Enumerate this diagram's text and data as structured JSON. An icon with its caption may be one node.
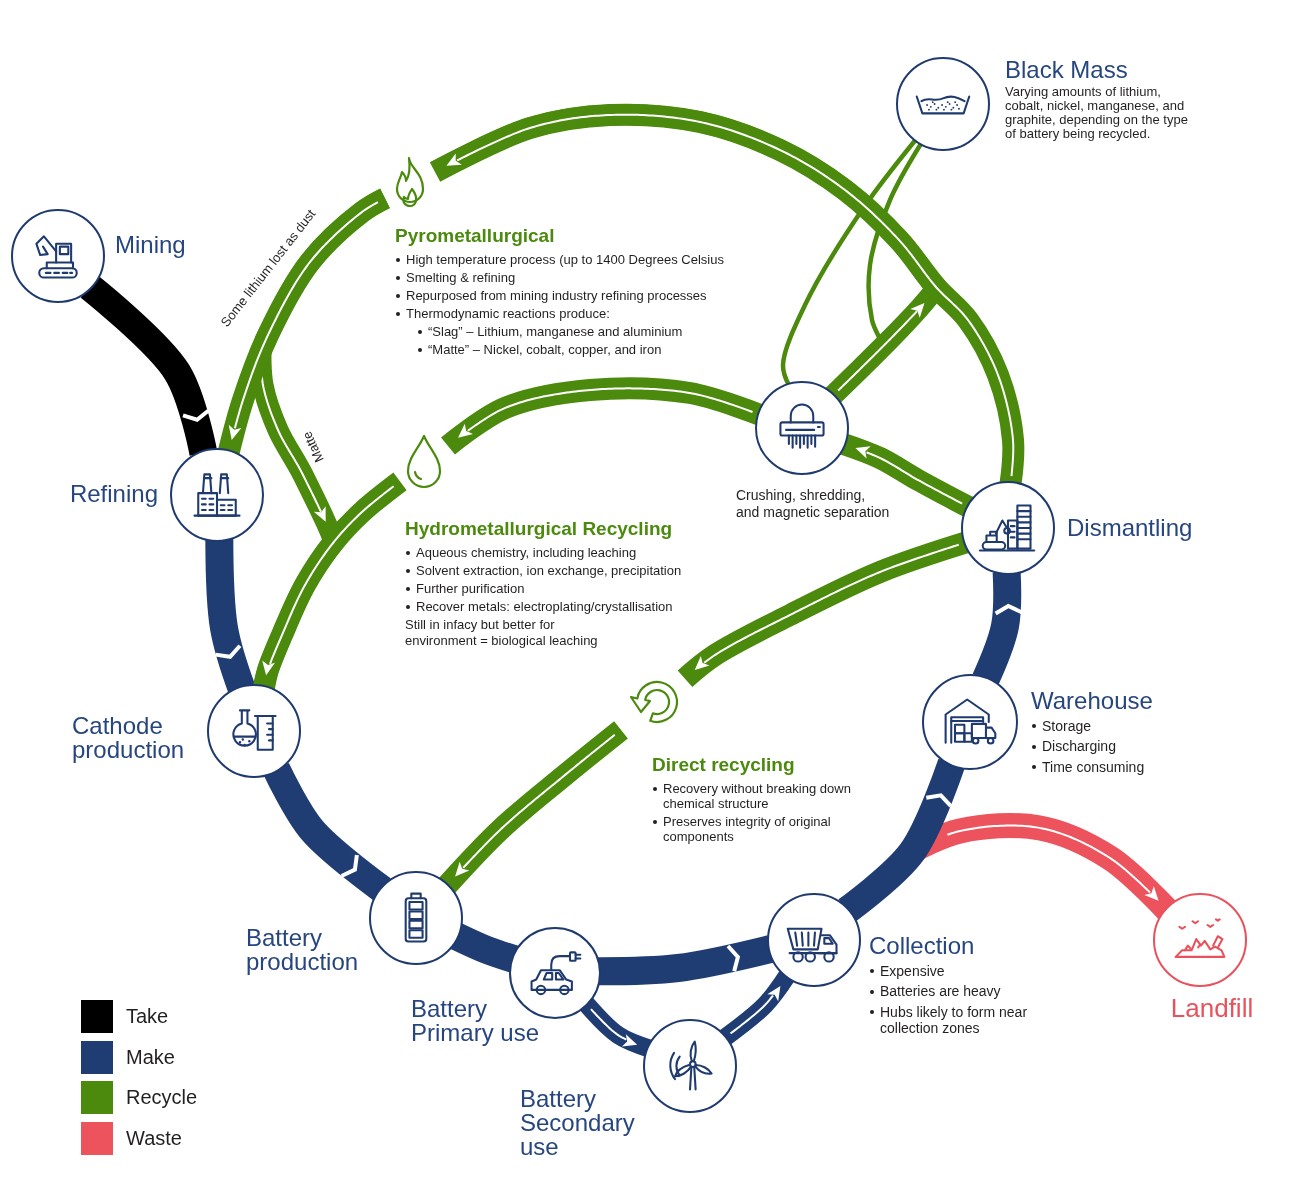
{
  "diagram": {
    "nodes": [
      {
        "text": [
          "Mining"
        ]
      },
      {
        "text": [
          "Refining"
        ]
      },
      {
        "text": [
          "Cathode production"
        ]
      },
      {
        "text": [
          "Battery production"
        ]
      },
      {
        "text": [
          "Battery Primary use"
        ]
      },
      {
        "text": [
          "Battery Secondary use"
        ]
      },
      {
        "text": [
          "Collection",
          "Expensive",
          "Batteries are heavy",
          "Hubs likely to form near collection zones"
        ]
      },
      {
        "text": [
          "Warehouse",
          "Storage",
          "Discharging",
          "Time consuming"
        ]
      },
      {
        "text": [
          "Dismantling"
        ]
      },
      {
        "text": [
          "Crushing, shredding, and magnetic separation"
        ]
      },
      {
        "text": [
          "Black Mass",
          "Varying amounts of lithium, cobalt, nickel, manganese, and graphite, depending on the type of battery being recycled."
        ]
      },
      {
        "text": [
          "Pyrometallurgical",
          "High temperature process (up to 1400 Degrees Celsius",
          "Smelting & refining",
          "Repurposed from mining industry refining processes",
          "Thermodynamic reactions produce:",
          "“Slag” – Lithium, manganese and aluminium",
          "“Matte” – Nickel, cobalt, copper, and iron"
        ]
      },
      {
        "text": [
          "Hydrometallurgical Recycling",
          "Aqueous chemistry, including leaching",
          "Solvent extraction, ion exchange, precipitation",
          "Further purification",
          "Recover metals: electroplating/crystallisation",
          "Still in infacy but better for environment = biological leaching"
        ]
      },
      {
        "text": [
          "Direct recycling",
          "Recovery without breaking down chemical structure",
          "Preserves integrity of original components"
        ]
      },
      {
        "text": [
          "Landfill"
        ]
      }
    ],
    "edges": [
      {
        "from": 0,
        "to": 1,
        "arrow": "to",
        "color": "#000000"
      },
      {
        "from": 1,
        "to": 2,
        "arrow": "to",
        "color": "#1f3d73"
      },
      {
        "from": 2,
        "to": 3,
        "arrow": "to",
        "color": "#1f3d73"
      },
      {
        "from": 3,
        "to": 4,
        "arrow": "none",
        "color": "#1f3d73"
      },
      {
        "from": 4,
        "to": 6,
        "arrow": "to",
        "color": "#1f3d73"
      },
      {
        "from": 4,
        "to": 5,
        "arrow": "to",
        "color": "#1f3d73"
      },
      {
        "from": 5,
        "to": 6,
        "arrow": "to",
        "color": "#1f3d73"
      },
      {
        "from": 6,
        "to": 7,
        "arrow": "to",
        "color": "#1f3d73"
      },
      {
        "from": 7,
        "to": 8,
        "arrow": "to",
        "color": "#1f3d73"
      },
      {
        "from": 6,
        "to": 14,
        "arrow": "to",
        "color": "#ec535c"
      },
      {
        "from": 8,
        "to": 9,
        "arrow": "to"
      },
      {
        "from": 9,
        "to": 12,
        "arrow": "to"
      },
      {
        "from": 9,
        "to": 11,
        "arrow": "to"
      },
      {
        "from": 10,
        "to": 9,
        "arrow": "none"
      },
      {
        "from": 10,
        "to": 9,
        "arrow": "none"
      },
      {
        "from": 8,
        "to": 11,
        "arrow": "to"
      },
      {
        "from": 11,
        "to": 1,
        "arrow": "to",
        "label": "Some lithium lost as dust"
      },
      {
        "from": 11,
        "to": 2,
        "arrow": "to",
        "label": "Matte"
      },
      {
        "from": 12,
        "to": 2,
        "arrow": "to"
      },
      {
        "from": 8,
        "to": 13,
        "arrow": "to"
      },
      {
        "from": 13,
        "to": 3,
        "arrow": "to"
      }
    ],
    "legend": [
      {
        "text": "Take",
        "color": "#000000"
      },
      {
        "text": "Make",
        "color": "#1f3d73"
      },
      {
        "text": "Recycle",
        "color": "#4b8a0c"
      },
      {
        "text": "Waste",
        "color": "#ec535c"
      }
    ]
  }
}
